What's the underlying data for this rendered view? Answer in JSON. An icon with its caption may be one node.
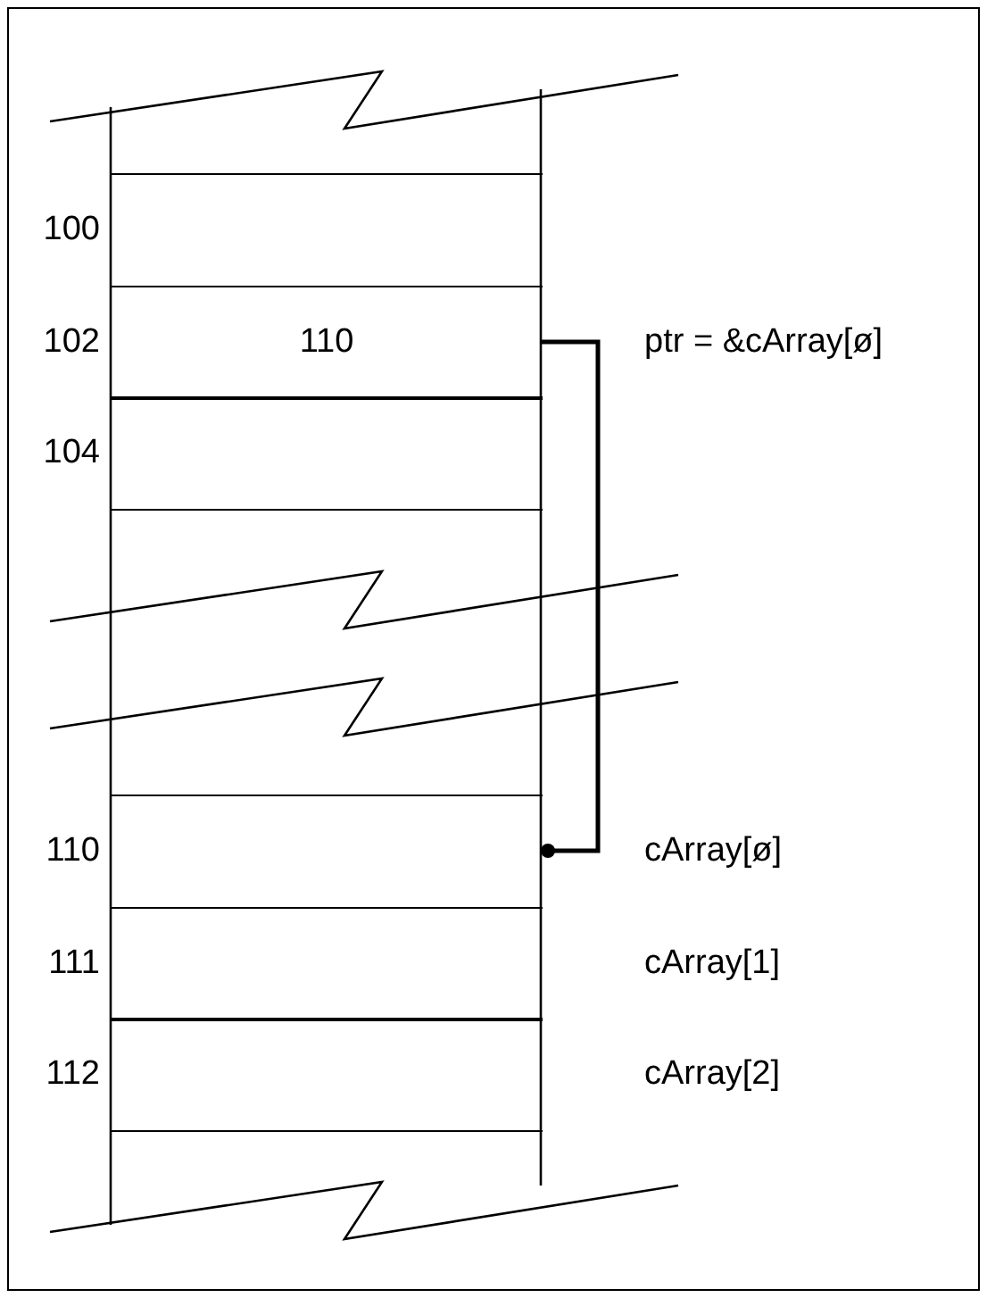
{
  "diagram": {
    "nodes": [
      {
        "text": [],
        "shape": "box",
        "beside": [
          "100"
        ]
      },
      {
        "text": [
          "110"
        ],
        "beside": [
          "102",
          "ptr = &cArray[ø]"
        ]
      },
      {
        "text": [],
        "shape": "box",
        "beside": [
          "104"
        ]
      },
      {
        "text": [],
        "shape": "box",
        "beside": [
          "110",
          "cArray[ø]"
        ]
      },
      {
        "text": [],
        "shape": "box",
        "beside": [
          "111",
          "cArray[1]"
        ]
      },
      {
        "text": [],
        "shape": "box",
        "beside": [
          "112",
          "cArray[2]"
        ]
      }
    ],
    "edges": [
      {
        "from": 1,
        "to": 3,
        "arrow": "other"
      }
    ]
  }
}
